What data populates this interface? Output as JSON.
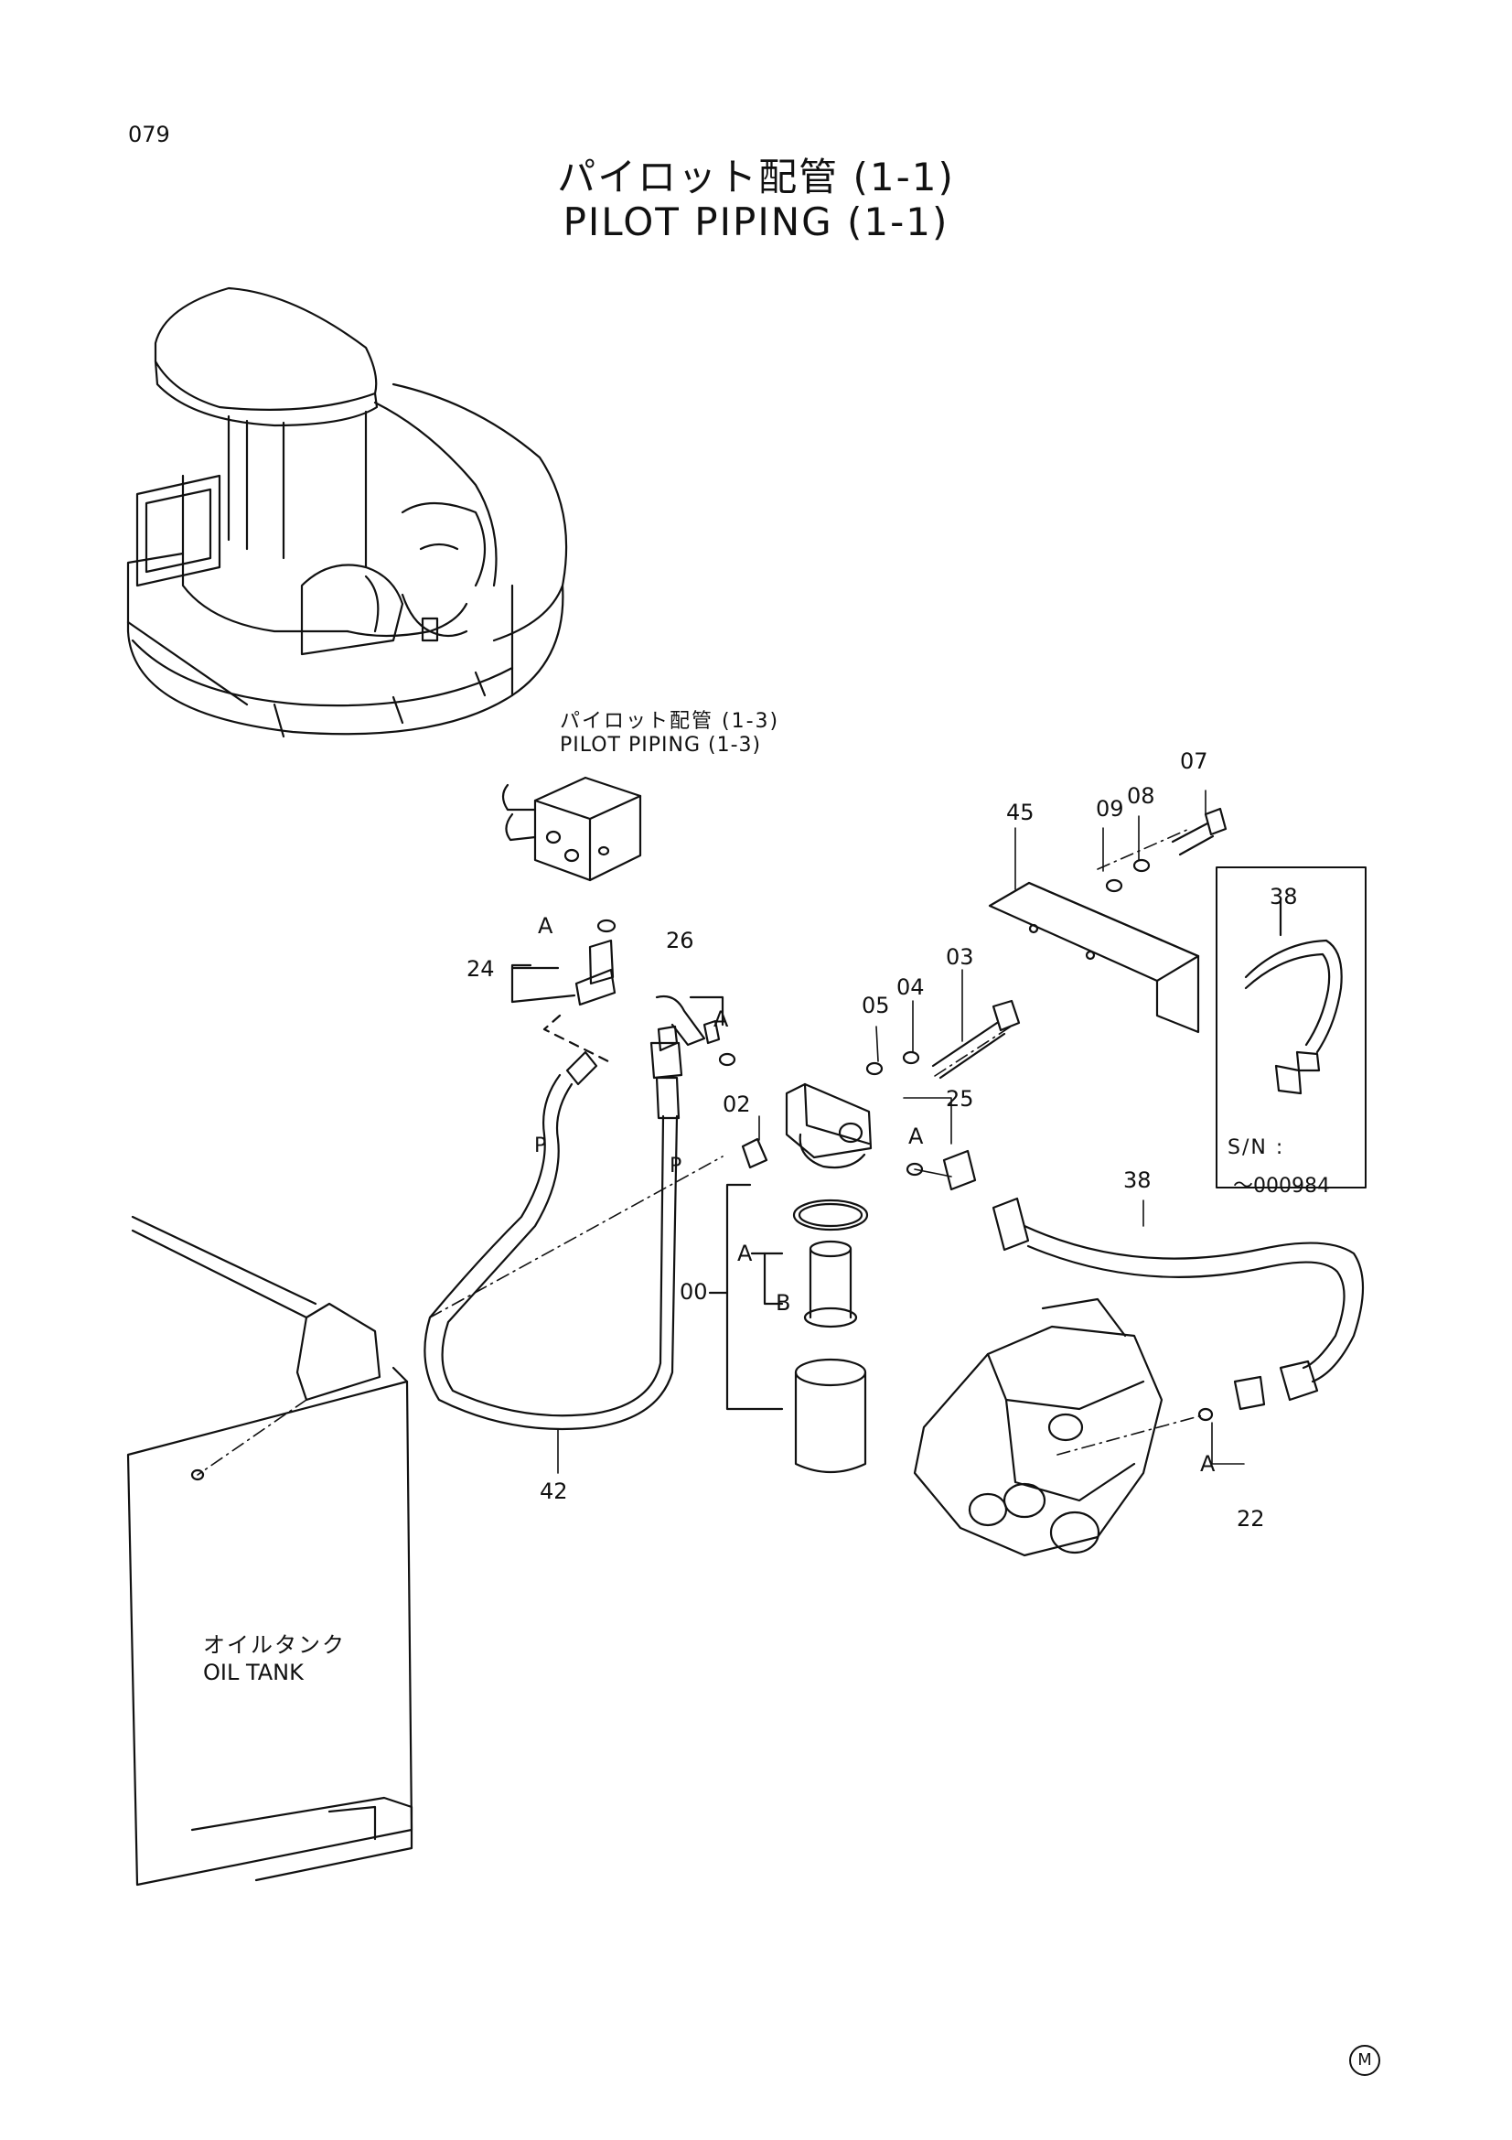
{
  "page_number": "079",
  "title": {
    "jp": "パイロット配管 (1-1)",
    "en": "PILOT PIPING (1-1)"
  },
  "subassembly": {
    "jp": "パイロット配管 (1-3)",
    "en": "PILOT PIPING (1-3)"
  },
  "tank": {
    "jp": "オイルタンク",
    "en": "OIL TANK"
  },
  "serial_note": {
    "label": "S/N :",
    "range": "～000984"
  },
  "part_labels": {
    "p07": "07",
    "p09": "09",
    "p08": "08",
    "p45": "45",
    "p38_inset": "38",
    "p24": "24",
    "p26": "26",
    "p03": "03",
    "p04": "04",
    "p05": "05",
    "p02": "02",
    "p25": "25",
    "p38": "38",
    "p00": "00",
    "p42": "42",
    "p22": "22"
  },
  "callouts": {
    "a1": "A",
    "a2": "A",
    "a3": "A",
    "a4": "A",
    "a5": "A",
    "b1": "B",
    "p1": "P",
    "p2": "P"
  },
  "corner_mark": "M"
}
